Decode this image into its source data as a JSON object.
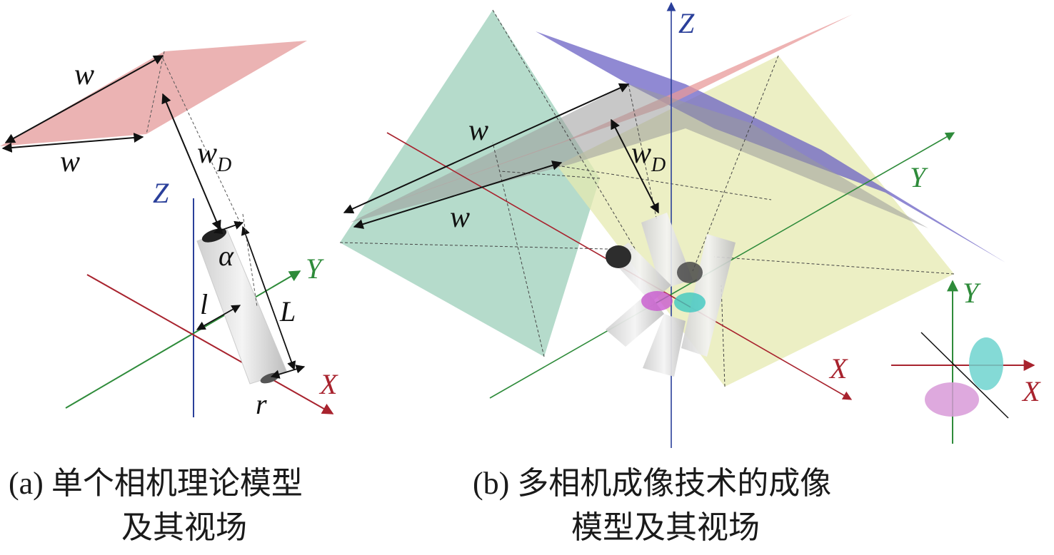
{
  "labels": {
    "w": "w",
    "wD_main": "w",
    "wD_sub": "D",
    "Z": "Z",
    "Y": "Y",
    "X": "X",
    "alpha": "α",
    "l": "l",
    "L": "L",
    "r": "r"
  },
  "captions": {
    "a_line1": "(a) 单个相机理论模型",
    "a_line2": "及其视场",
    "b_line1": "(b) 多相机成像技术的成像",
    "b_line2": "模型及其视场"
  },
  "colors": {
    "z_axis": "#2a3f9a",
    "y_axis": "#2e8b3a",
    "x_axis": "#a8232e",
    "pink_plane": "#e8a6a6",
    "green_plane": "#9ccfb9",
    "yellow_plane": "#e6e9b0",
    "blue_plane": "#6b62c4",
    "magenta_lens": "#d89ad8",
    "cyan_lens": "#6fd4cf"
  }
}
